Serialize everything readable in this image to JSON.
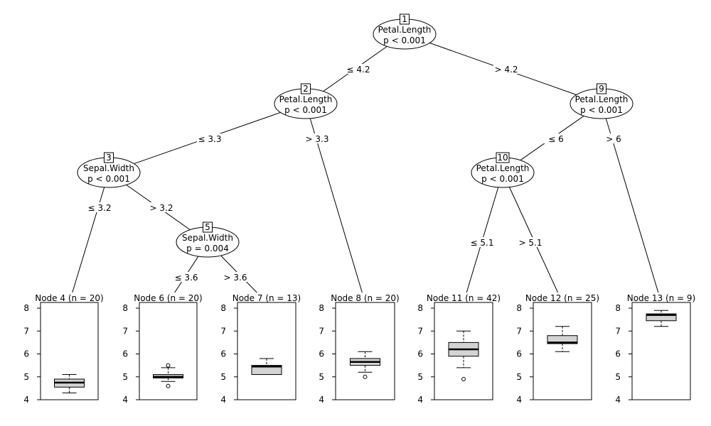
{
  "inner_nodes": [
    {
      "id": "1",
      "variable": "Petal.Length",
      "p": "p < 0.001"
    },
    {
      "id": "2",
      "variable": "Petal.Length",
      "p": "p < 0.001"
    },
    {
      "id": "3",
      "variable": "Sepal.Width",
      "p": "p < 0.001"
    },
    {
      "id": "5",
      "variable": "Sepal.Width",
      "p": "p = 0.004"
    },
    {
      "id": "9",
      "variable": "Petal.Length",
      "p": "p < 0.001"
    },
    {
      "id": "10",
      "variable": "Petal.Length",
      "p": "p < 0.001"
    }
  ],
  "edges": [
    {
      "from": "1",
      "to": "2",
      "label": "≤ 4.2"
    },
    {
      "from": "1",
      "to": "9",
      "label": "> 4.2"
    },
    {
      "from": "2",
      "to": "3",
      "label": "≤ 3.3"
    },
    {
      "from": "2",
      "to": "8",
      "label": "> 3.3"
    },
    {
      "from": "3",
      "to": "4",
      "label": "≤ 3.2"
    },
    {
      "from": "3",
      "to": "5",
      "label": "> 3.2"
    },
    {
      "from": "5",
      "to": "6",
      "label": "≤ 3.6"
    },
    {
      "from": "5",
      "to": "7",
      "label": "> 3.6"
    },
    {
      "from": "9",
      "to": "10",
      "label": "≤ 6"
    },
    {
      "from": "9",
      "to": "13",
      "label": "> 6"
    },
    {
      "from": "10",
      "to": "11",
      "label": "≤ 5.1"
    },
    {
      "from": "10",
      "to": "12",
      "label": "> 5.1"
    }
  ],
  "terminal_nodes": [
    {
      "id": "4",
      "header": "Node 4 (n = 20)",
      "min": 4.3,
      "q1": 4.55,
      "median": 4.75,
      "q3": 4.9,
      "max": 5.1,
      "outliers": []
    },
    {
      "id": "6",
      "header": "Node 6 (n = 20)",
      "min": 4.8,
      "q1": 4.95,
      "median": 5.0,
      "q3": 5.1,
      "max": 5.4,
      "outliers": [
        4.6,
        5.5
      ]
    },
    {
      "id": "7",
      "header": "Node 7 (n = 13)",
      "min": 5.1,
      "q1": 5.1,
      "median": 5.45,
      "q3": 5.5,
      "max": 5.8,
      "outliers": []
    },
    {
      "id": "8",
      "header": "Node 8 (n = 20)",
      "min": 5.2,
      "q1": 5.5,
      "median": 5.65,
      "q3": 5.8,
      "max": 6.1,
      "outliers": [
        5.0
      ]
    },
    {
      "id": "11",
      "header": "Node 11 (n = 42)",
      "min": 5.4,
      "q1": 5.9,
      "median": 6.2,
      "q3": 6.5,
      "max": 7.0,
      "outliers": [
        4.9
      ]
    },
    {
      "id": "12",
      "header": "Node 12 (n = 25)",
      "min": 6.1,
      "q1": 6.45,
      "median": 6.5,
      "q3": 6.8,
      "max": 7.2,
      "outliers": []
    },
    {
      "id": "13",
      "header": "Node 13 (n = 9)",
      "min": 7.2,
      "q1": 7.45,
      "median": 7.7,
      "q3": 7.75,
      "max": 7.9,
      "outliers": []
    }
  ],
  "y_axis": {
    "ticks": [
      "4",
      "5",
      "6",
      "7",
      "8"
    ],
    "range": [
      4,
      8
    ]
  }
}
